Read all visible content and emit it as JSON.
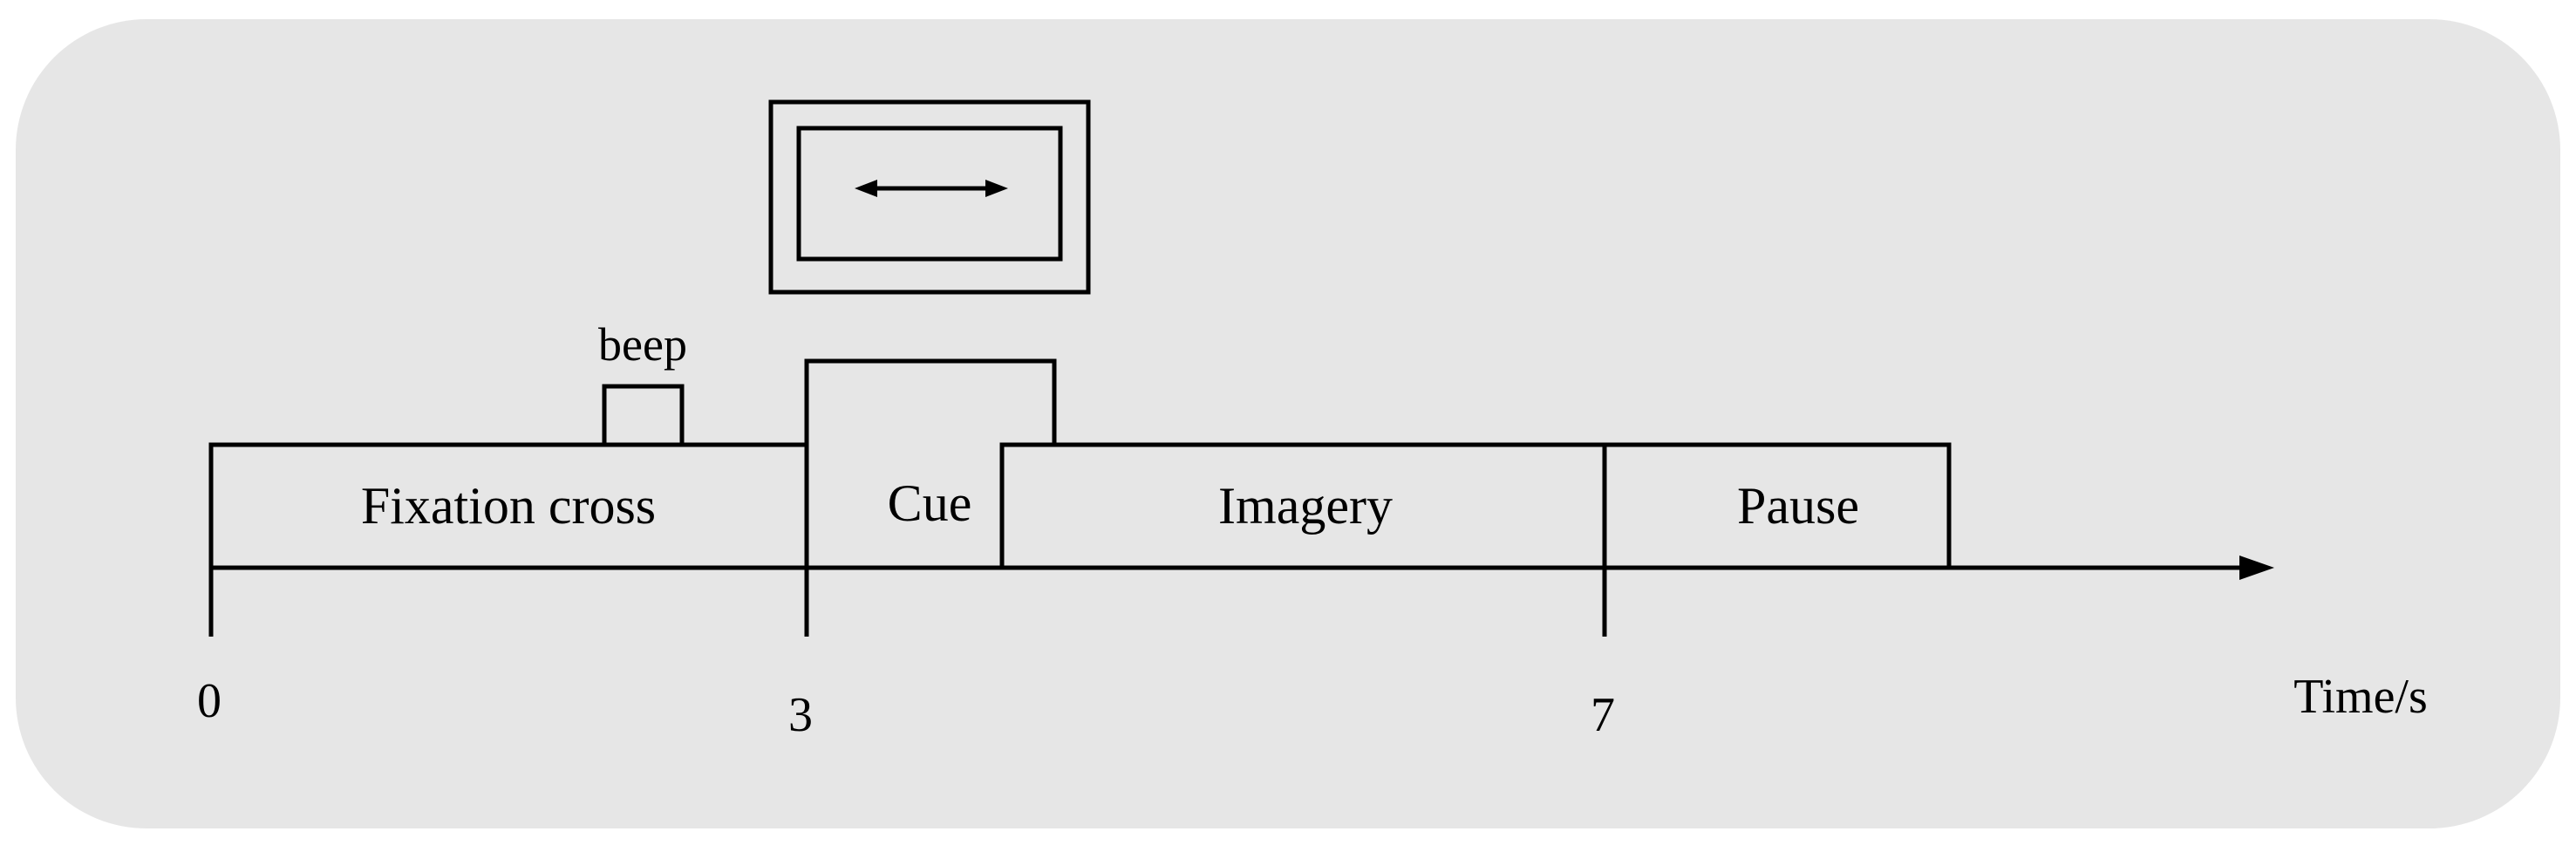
{
  "diagram": {
    "labels": {
      "beep": "beep",
      "fixation": "Fixation cross",
      "cue": "Cue",
      "imagery": "Imagery",
      "pause": "Pause"
    },
    "axis": {
      "ticks": [
        "0",
        "3",
        "7"
      ],
      "unit": "Time/s"
    },
    "cue_symbol": "double-headed-arrow-icon",
    "colors": {
      "background": "#e6e6e6",
      "stroke": "#000000"
    }
  }
}
